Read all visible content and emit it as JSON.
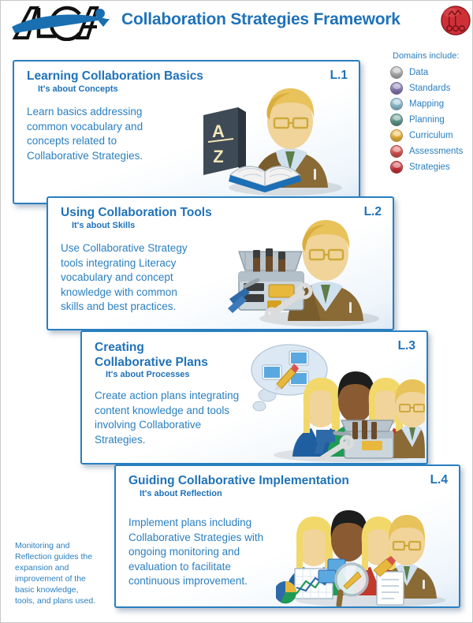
{
  "header": {
    "logo_text": "ALCA",
    "logo_name": "alca-logo",
    "title": "Collaboration Strategies Framework",
    "badge_name": "strategies-badge-icon",
    "badge_color": "#cf3038",
    "title_color": "#1f72b8"
  },
  "legend": {
    "title": "Domains include:",
    "items": [
      {
        "label": "Data",
        "icon": "data-icon",
        "color": "#b5b5b5"
      },
      {
        "label": "Standards",
        "icon": "standards-icon",
        "color": "#8a7bb5"
      },
      {
        "label": "Mapping",
        "icon": "mapping-icon",
        "color": "#8fc3d6"
      },
      {
        "label": "Planning",
        "icon": "planning-icon",
        "color": "#5f9c8e"
      },
      {
        "label": "Curriculum",
        "icon": "curriculum-icon",
        "color": "#f0b93c"
      },
      {
        "label": "Assessments",
        "icon": "assessments-icon",
        "color": "#d9534f"
      },
      {
        "label": "Strategies",
        "icon": "strategies-icon",
        "color": "#cf3038"
      }
    ]
  },
  "cards": [
    {
      "code": "L.1",
      "title": "Learning Collaboration Basics",
      "subtitle": "It's about Concepts",
      "body": "Learn basics addressing\ncommon vocabulary and\nconcepts related to\nCollaborative Strategies.",
      "art_name": "teacher-with-books-illustration"
    },
    {
      "code": "L.2",
      "title": "Using Collaboration Tools",
      "subtitle": "It's about Skills",
      "body": "Use Collaborative Strategy\ntools integrating Literacy\nvocabulary and concept\nknowledge with common\nskills and best practices.",
      "art_name": "teacher-with-toolbox-illustration"
    },
    {
      "code": "L.3",
      "title": "Creating\nCollaborative Plans",
      "subtitle": "It's about Processes",
      "body": "Create action plans integrating\ncontent knowledge and tools\ninvolving Collaborative\nStrategies.",
      "art_name": "team-planning-illustration"
    },
    {
      "code": "L.4",
      "title": "Guiding Collaborative Implementation",
      "subtitle": "It's about Reflection",
      "body": "Implement plans including\nCollaborative Strategies with\nongoing monitoring and\nevaluation to facilitate\ncontinuous improvement.",
      "art_name": "team-reviewing-results-illustration"
    }
  ],
  "footnote": "Monitoring and\nReflection guides the\nexpansion and\nimprovement of the\nbasic knowledge,\ntools, and plans used."
}
